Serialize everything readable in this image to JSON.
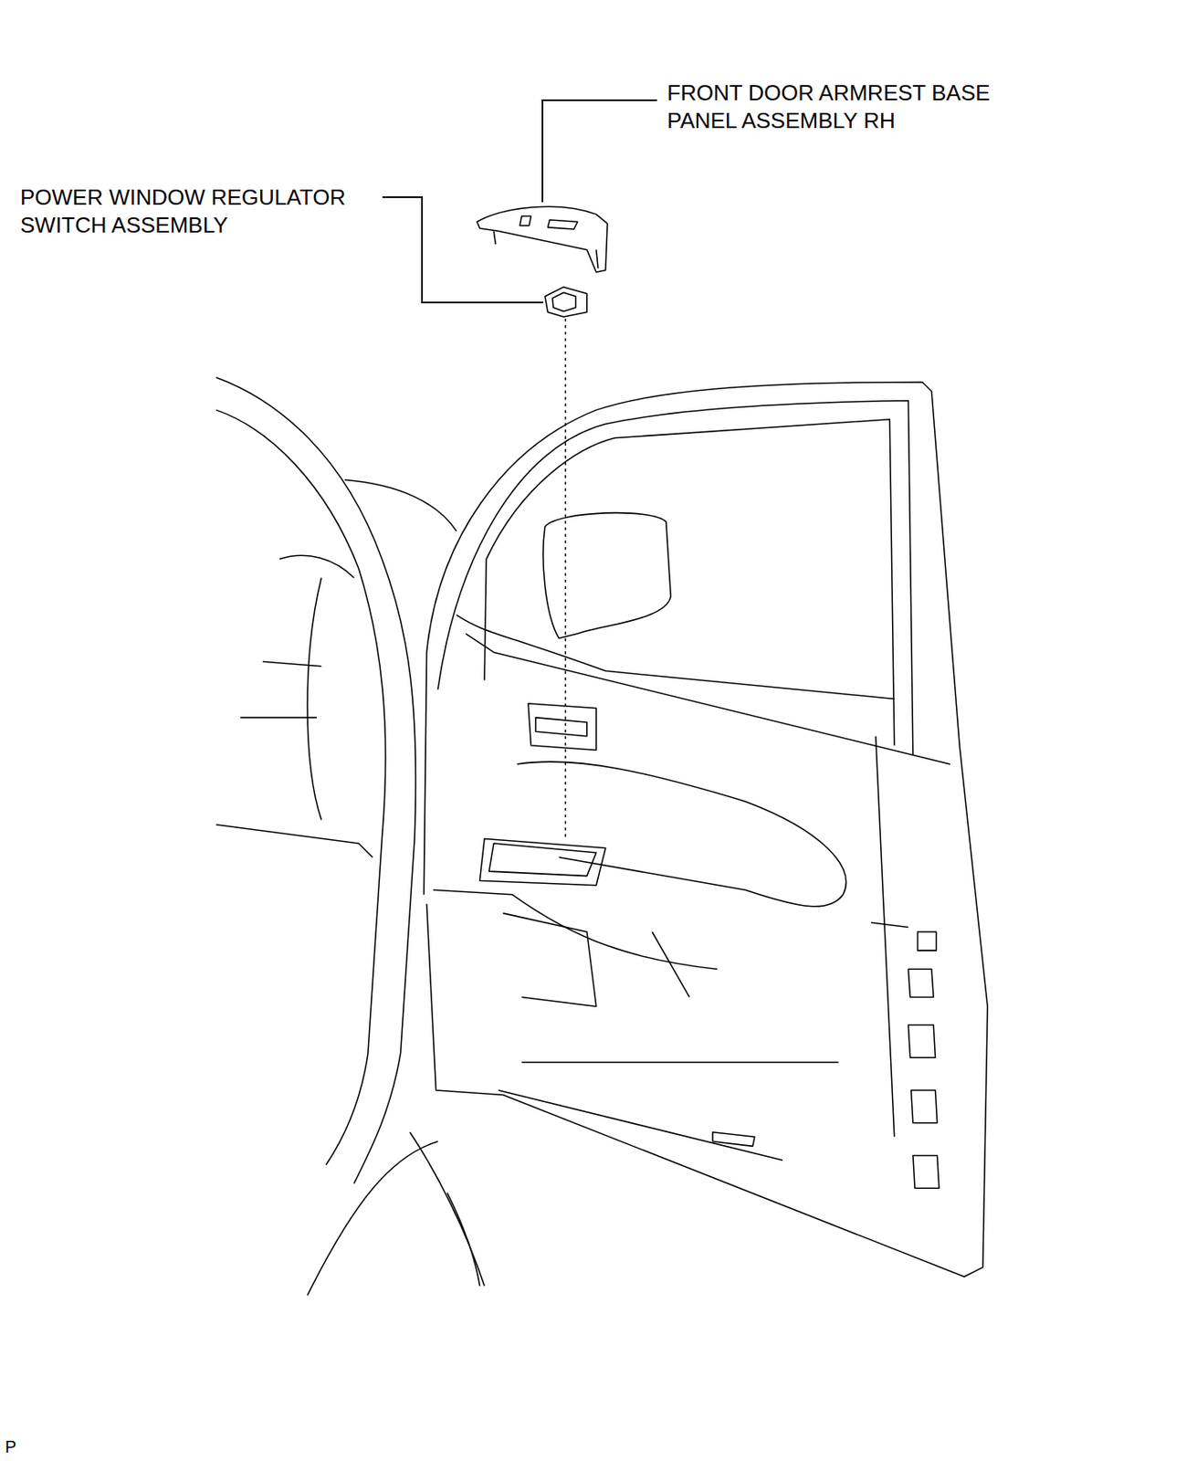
{
  "diagram": {
    "labels": [
      "FRONT DOOR ARMREST BASE PANEL ASSEMBLY RH",
      "POWER WINDOW REGULATOR SWITCH ASSEMBLY",
      "P"
    ]
  }
}
